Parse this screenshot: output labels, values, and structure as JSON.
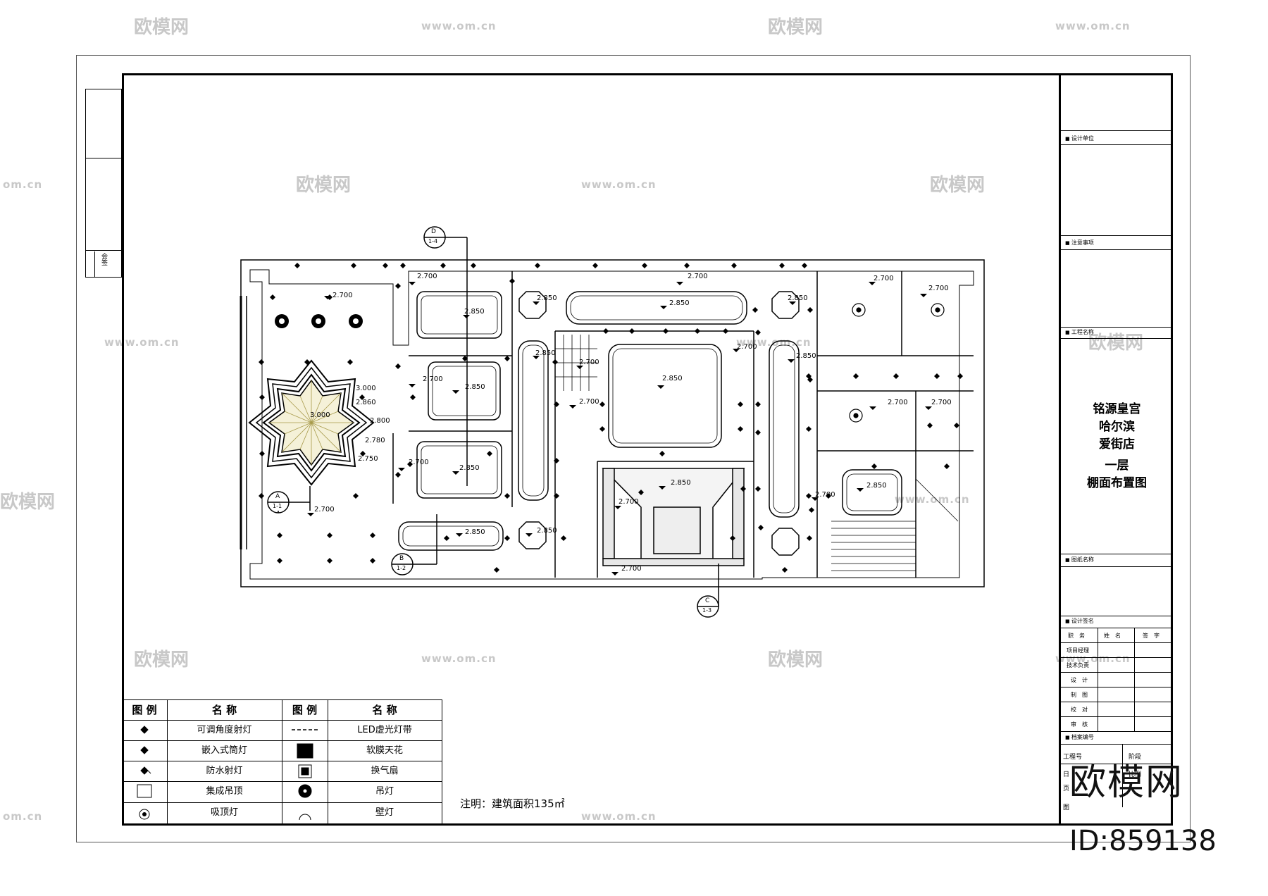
{
  "watermark": {
    "text": "欧模网",
    "url": "www.om.cn",
    "url_short": "om.cn"
  },
  "brand": {
    "name": "欧模网",
    "id": "ID:859138"
  },
  "title_block": {
    "design_unit": "设计单位",
    "notes": "注意事项",
    "project_name_label": "工程名称",
    "project_lines": [
      "铭源皇宫",
      "哈尔滨",
      "爱街店",
      "一层",
      "棚面布置图"
    ],
    "drawing_name": "图纸名称",
    "design_signature": "设计签名",
    "sig_headers": [
      "职　务",
      "姓　名",
      "签　字"
    ],
    "sig_roles": [
      "项目经理",
      "技术负责",
      "设　计",
      "制　图",
      "校　对",
      "审　核"
    ],
    "archive_no": "档案编号",
    "project_no": "工程号",
    "stage": "阶段",
    "date": "日",
    "page": "页",
    "scale": "比例",
    "figure": "图"
  },
  "stamp_column": {
    "label": "会签"
  },
  "legend": {
    "headers": [
      "图 例",
      "名  称",
      "图 例",
      "名  称"
    ],
    "left_items": [
      "可调角度射灯",
      "嵌入式筒灯",
      "防水射灯",
      "集成吊顶",
      "吸顶灯"
    ],
    "right_items": [
      "LED虚光灯带",
      "软膜天花",
      "换气扇",
      "吊灯",
      "壁灯"
    ]
  },
  "note": "注明：建筑面积135㎡",
  "plan": {
    "heights": [
      "2.700",
      "2.850",
      "3.000",
      "2.860",
      "2.800",
      "2.780",
      "2.750"
    ],
    "section_marks": [
      {
        "letter": "A",
        "ref": "1-1"
      },
      {
        "letter": "B",
        "ref": "1-2"
      },
      {
        "letter": "C",
        "ref": "1-3"
      },
      {
        "letter": "D",
        "ref": "1-4"
      }
    ]
  }
}
